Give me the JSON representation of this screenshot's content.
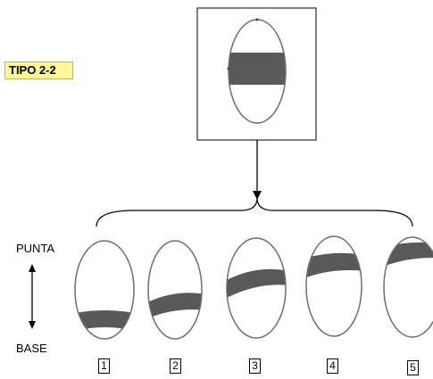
{
  "title_tag": "TIPO 2-2",
  "labels": {
    "top": "PUNTA",
    "bottom": "BASE"
  },
  "stages": [
    "1",
    "2",
    "3",
    "4",
    "5"
  ],
  "colors": {
    "band": "#595959",
    "outline": "#6e6e6e",
    "tag_fill": "#fff79a"
  }
}
